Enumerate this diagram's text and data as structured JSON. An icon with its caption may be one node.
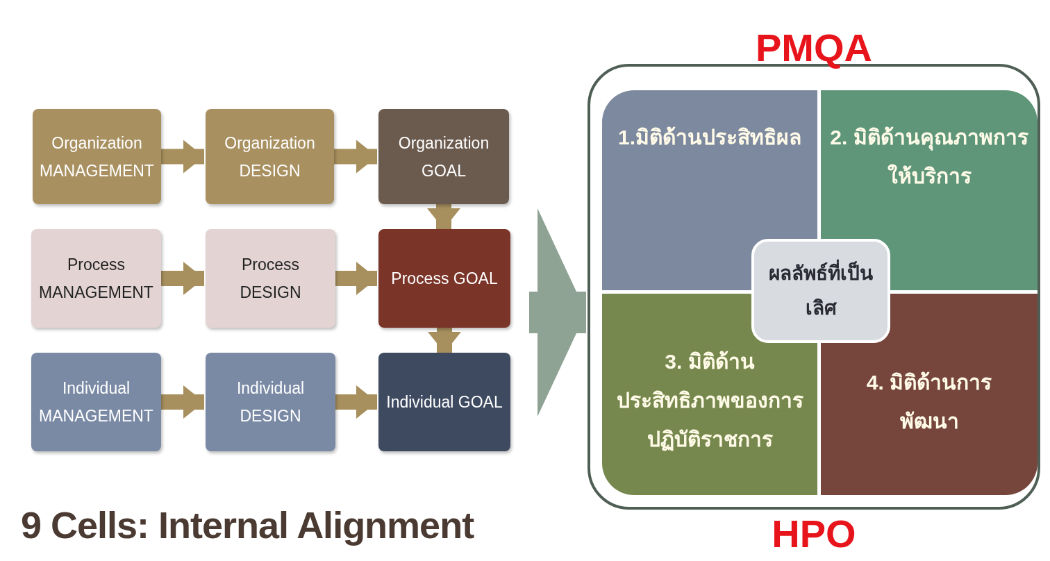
{
  "diagram": {
    "caption": "9 Cells: Internal Alignment",
    "nodes": [
      {
        "text": [
          "Organization MANAGEMENT"
        ]
      },
      {
        "text": [
          "Organization DESIGN"
        ]
      },
      {
        "text": [
          "Organization GOAL"
        ]
      },
      {
        "text": [
          "Process MANAGEMENT"
        ]
      },
      {
        "text": [
          "Process DESIGN"
        ]
      },
      {
        "text": [
          "Process GOAL"
        ]
      },
      {
        "text": [
          "Individual MANAGEMENT"
        ]
      },
      {
        "text": [
          "Individual DESIGN"
        ]
      },
      {
        "text": [
          "Individual GOAL"
        ]
      },
      {
        "text": [
          "PMQA"
        ],
        "beside": [
          "HPO"
        ]
      },
      {
        "text": [
          "1.มิติด้านประสิทธิผล"
        ],
        "in": 9
      },
      {
        "text": [
          "2. มิติด้านคุณภาพการให้บริการ"
        ],
        "in": 9
      },
      {
        "text": [
          "ผลลัพธ์ที่เป็นเลิศ"
        ],
        "in": 9
      },
      {
        "text": [
          "3. มิติด้านประสิทธิภาพของการปฏิบัติราชการ"
        ],
        "in": 9
      },
      {
        "text": [
          "4. มิติด้านการพัฒนา"
        ],
        "in": 9
      }
    ],
    "edges": [
      {
        "from": 0,
        "to": 1,
        "arrow": "to"
      },
      {
        "from": 1,
        "to": 2,
        "arrow": "to"
      },
      {
        "from": 3,
        "to": 4,
        "arrow": "to"
      },
      {
        "from": 4,
        "to": 5,
        "arrow": "to"
      },
      {
        "from": 6,
        "to": 7,
        "arrow": "to"
      },
      {
        "from": 7,
        "to": 8,
        "arrow": "to"
      },
      {
        "from": 2,
        "to": 5,
        "arrow": "to"
      },
      {
        "from": 5,
        "to": 8,
        "arrow": "to"
      },
      {
        "from": null,
        "to": 9,
        "arrow": "to",
        "style": "thick",
        "color": "#8fa394"
      }
    ]
  }
}
